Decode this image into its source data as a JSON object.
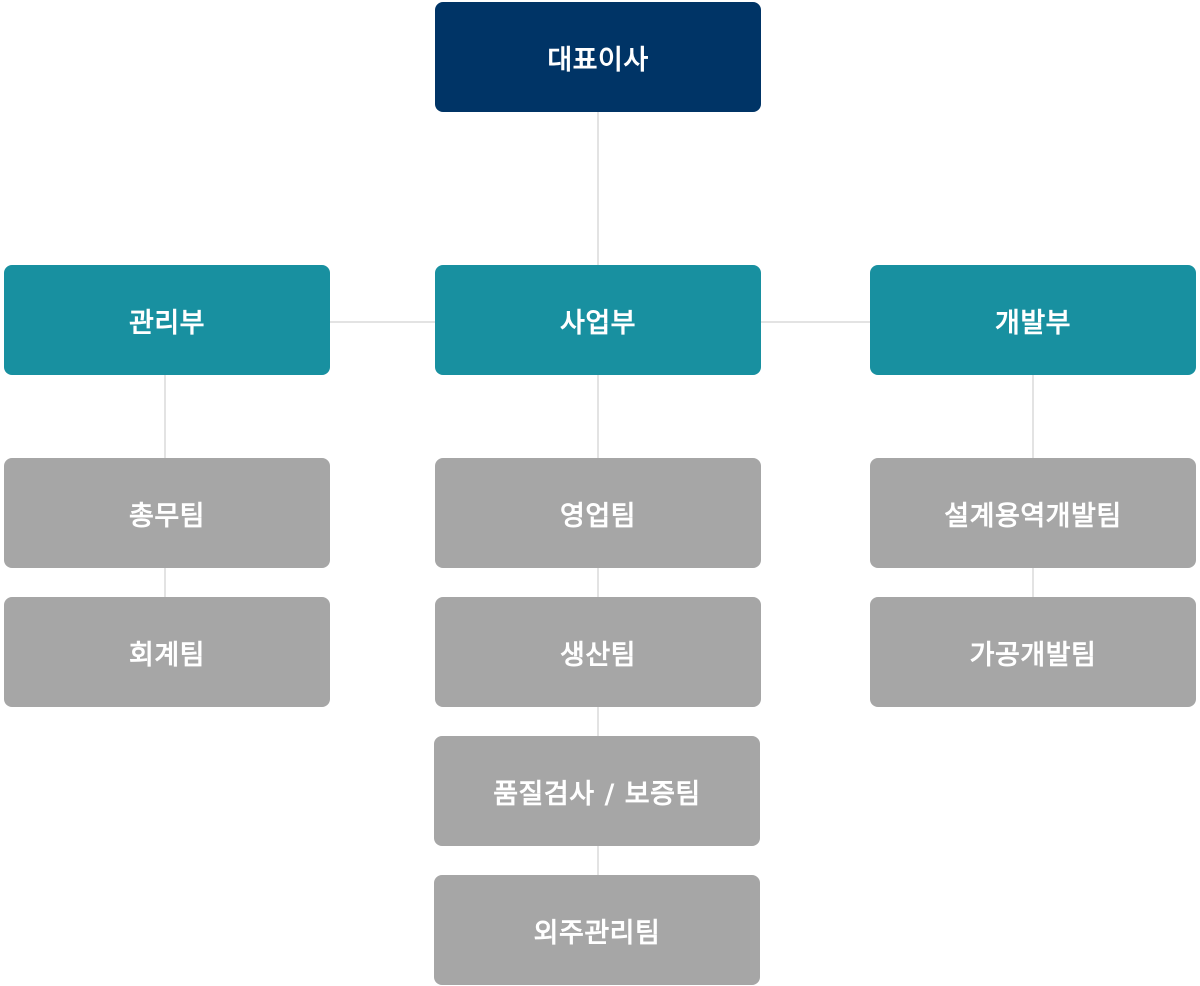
{
  "org": {
    "ceo": "대표이사",
    "departments": [
      {
        "name": "관리부",
        "teams": [
          "총무팀",
          "회계팀"
        ]
      },
      {
        "name": "사업부",
        "teams": [
          "영업팀",
          "생산팀",
          "품질검사 / 보증팀",
          "외주관리팀"
        ]
      },
      {
        "name": "개발부",
        "teams": [
          "설계용역개발팀",
          "가공개발팀"
        ]
      }
    ]
  },
  "colors": {
    "ceo": "#003466",
    "department": "#1890a0",
    "team": "#a6a6a6",
    "connector": "#e3e3e3"
  }
}
